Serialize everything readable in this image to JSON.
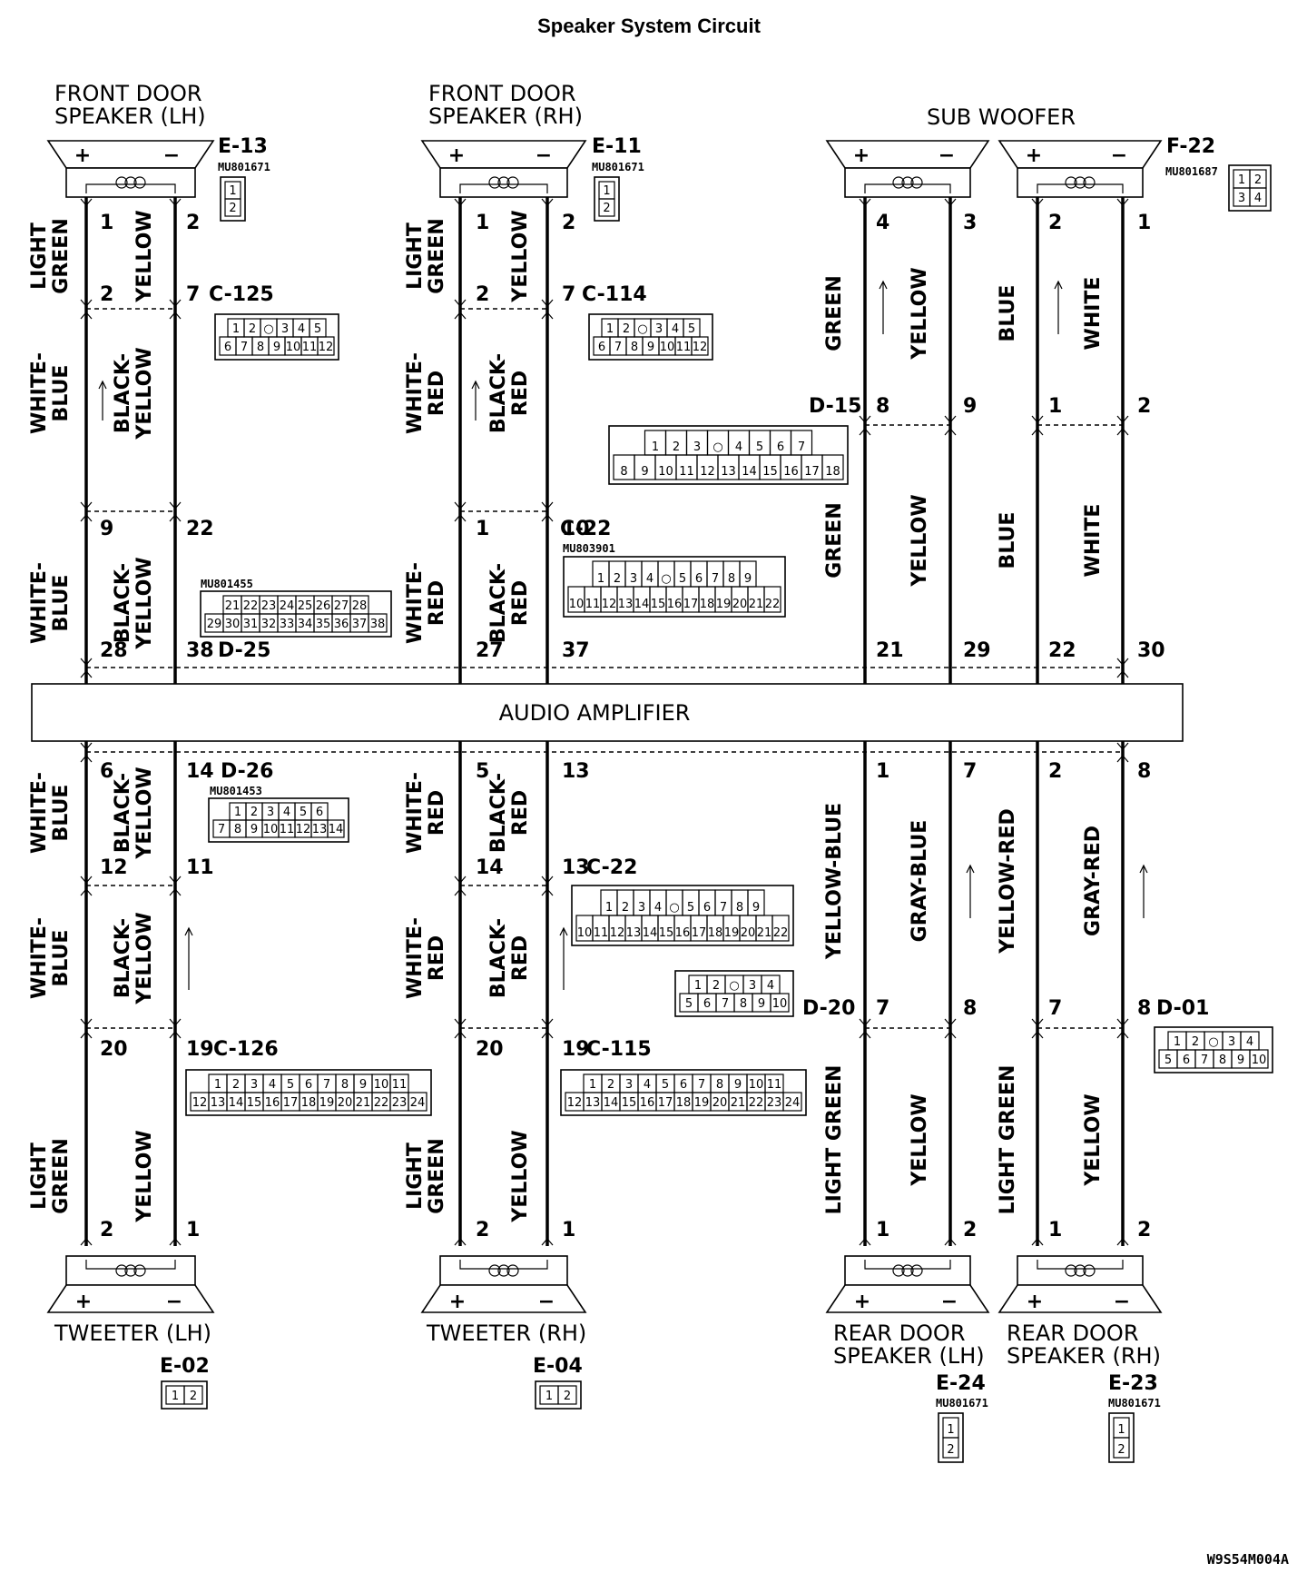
{
  "title": "Speaker System Circuit",
  "amplifier": "AUDIO AMPLIFIER",
  "drawing_code": "W9S54M004A",
  "components": [
    {
      "id": "fdl",
      "name": [
        "FRONT DOOR",
        "SPEAKER (LH)"
      ],
      "connector": "E-13",
      "part": "MU801671"
    },
    {
      "id": "fdr",
      "name": [
        "FRONT DOOR",
        "SPEAKER (RH)"
      ],
      "connector": "E-11",
      "part": "MU801671"
    },
    {
      "id": "sub",
      "name": [
        "SUB WOOFER"
      ],
      "connector": "F-22",
      "part": "MU801687"
    },
    {
      "id": "twl",
      "name": [
        "TWEETER (LH)"
      ],
      "connector": "E-02",
      "part": ""
    },
    {
      "id": "twr",
      "name": [
        "TWEETER (RH)"
      ],
      "connector": "E-04",
      "part": ""
    },
    {
      "id": "rdl",
      "name": [
        "REAR DOOR",
        "SPEAKER (LH)"
      ],
      "connector": "E-24",
      "part": "MU801671"
    },
    {
      "id": "rdr",
      "name": [
        "REAR DOOR",
        "SPEAKER (RH)"
      ],
      "connector": "E-23",
      "part": "MU801671"
    }
  ],
  "connectors": [
    {
      "id": "C-125",
      "label": "C-125",
      "part": "",
      "rows": [
        [
          "1",
          "2",
          "○",
          "3",
          "4",
          "5"
        ],
        [
          "6",
          "7",
          "8",
          "9",
          "10",
          "11",
          "12"
        ]
      ]
    },
    {
      "id": "C-114",
      "label": "C-114",
      "part": "",
      "rows": [
        [
          "1",
          "2",
          "○",
          "3",
          "4",
          "5"
        ],
        [
          "6",
          "7",
          "8",
          "9",
          "10",
          "11",
          "12"
        ]
      ]
    },
    {
      "id": "D-15",
      "label": "D-15",
      "part": "",
      "rows": [
        [
          "1",
          "2",
          "3",
          "○",
          "4",
          "5",
          "6",
          "7"
        ],
        [
          "8",
          "9",
          "10",
          "11",
          "12",
          "13",
          "14",
          "15",
          "16",
          "17",
          "18"
        ]
      ]
    },
    {
      "id": "D-25",
      "label": "D-25",
      "part": "MU801455",
      "rows": [
        [
          "21",
          "22",
          "23",
          "24",
          "25",
          "26",
          "27",
          "28"
        ],
        [
          "29",
          "30",
          "31",
          "32",
          "33",
          "34",
          "35",
          "36",
          "37",
          "38"
        ]
      ]
    },
    {
      "id": "C-22",
      "label": "C-22",
      "part": "MU803901",
      "rows": [
        [
          "1",
          "2",
          "3",
          "4",
          "○",
          "5",
          "6",
          "7",
          "8",
          "9"
        ],
        [
          "10",
          "11",
          "12",
          "13",
          "14",
          "15",
          "16",
          "17",
          "18",
          "19",
          "20",
          "21",
          "22"
        ]
      ]
    },
    {
      "id": "D-26",
      "label": "D-26",
      "part": "MU801453",
      "rows": [
        [
          "1",
          "2",
          "3",
          "4",
          "5",
          "6"
        ],
        [
          "7",
          "8",
          "9",
          "10",
          "11",
          "12",
          "13",
          "14"
        ]
      ]
    },
    {
      "id": "D-20",
      "label": "D-20",
      "part": "",
      "rows": [
        [
          "1",
          "2",
          "○",
          "3",
          "4"
        ],
        [
          "5",
          "6",
          "7",
          "8",
          "9",
          "10"
        ]
      ]
    },
    {
      "id": "D-01",
      "label": "D-01",
      "part": "",
      "rows": [
        [
          "1",
          "2",
          "○",
          "3",
          "4"
        ],
        [
          "5",
          "6",
          "7",
          "8",
          "9",
          "10"
        ]
      ]
    },
    {
      "id": "C-126",
      "label": "C-126",
      "part": "",
      "rows": [
        [
          "1",
          "2",
          "3",
          "4",
          "5",
          "6",
          "7",
          "8",
          "9",
          "10",
          "11"
        ],
        [
          "12",
          "13",
          "14",
          "15",
          "16",
          "17",
          "18",
          "19",
          "20",
          "21",
          "22",
          "23",
          "24"
        ]
      ]
    },
    {
      "id": "C-115",
      "label": "C-115",
      "part": "",
      "rows": [
        [
          "1",
          "2",
          "3",
          "4",
          "5",
          "6",
          "7",
          "8",
          "9",
          "10",
          "11"
        ],
        [
          "12",
          "13",
          "14",
          "15",
          "16",
          "17",
          "18",
          "19",
          "20",
          "21",
          "22",
          "23",
          "24"
        ]
      ]
    },
    {
      "id": "E-02",
      "label": "E-02",
      "part": "",
      "rows": [
        [
          "1",
          "2"
        ]
      ]
    },
    {
      "id": "E-04",
      "label": "E-04",
      "part": "",
      "rows": [
        [
          "1",
          "2"
        ]
      ]
    },
    {
      "id": "E-13",
      "label": "E-13",
      "part": "MU801671",
      "rows": [
        [
          "1"
        ],
        [
          "2"
        ]
      ]
    },
    {
      "id": "E-11",
      "label": "E-11",
      "part": "MU801671",
      "rows": [
        [
          "1"
        ],
        [
          "2"
        ]
      ]
    },
    {
      "id": "E-24",
      "label": "E-24",
      "part": "MU801671",
      "rows": [
        [
          "1"
        ],
        [
          "2"
        ]
      ]
    },
    {
      "id": "E-23",
      "label": "E-23",
      "part": "MU801671",
      "rows": [
        [
          "1"
        ],
        [
          "2"
        ]
      ]
    },
    {
      "id": "F-22",
      "label": "F-22",
      "part": "MU801687",
      "rows": [
        [
          "1",
          "2"
        ],
        [
          "3",
          "4"
        ]
      ]
    }
  ],
  "wire_colors": [
    "LIGHT GREEN",
    "YELLOW",
    "WHITE-BLUE",
    "BLACK-YELLOW",
    "WHITE-RED",
    "BLACK-RED",
    "GREEN",
    "BLUE",
    "WHITE",
    "YELLOW-BLUE",
    "GRAY-BLUE",
    "YELLOW-RED",
    "GRAY-RED"
  ],
  "pin_labels": [
    "1",
    "2",
    "7",
    "9",
    "22",
    "28",
    "38",
    "10",
    "27",
    "37",
    "4",
    "3",
    "8",
    "21",
    "29",
    "30",
    "6",
    "14",
    "12",
    "11",
    "5",
    "13",
    "20",
    "19"
  ],
  "polarity": [
    "+",
    "−"
  ]
}
